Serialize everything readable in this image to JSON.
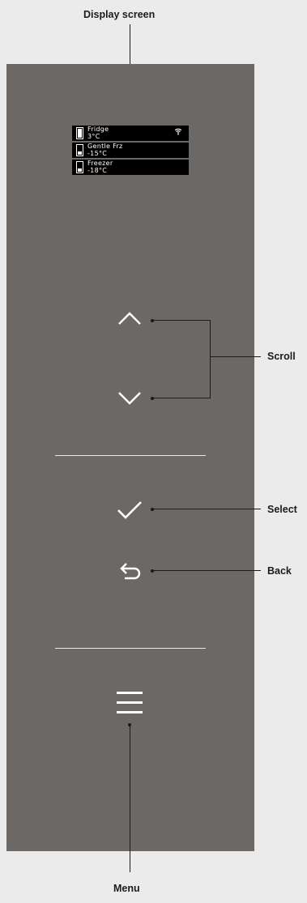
{
  "callouts": {
    "display": "Display screen",
    "scroll": "Scroll",
    "select": "Select",
    "back": "Back",
    "menu": "Menu"
  },
  "display": {
    "zones": [
      {
        "name": "Fridge",
        "temp": "3°C",
        "level": 1.0,
        "wifi": true
      },
      {
        "name": "Gentle Frz",
        "temp": "-15°C",
        "level": 0.4
      },
      {
        "name": "Freezer",
        "temp": "-18°C",
        "level": 0.4
      }
    ]
  },
  "icons": {
    "scroll_up": "chevron-up-icon",
    "scroll_down": "chevron-down-icon",
    "select": "checkmark-icon",
    "back": "back-arrow-icon",
    "menu": "hamburger-menu-icon",
    "wifi": "wifi-icon"
  },
  "colors": {
    "panel": "#6b6866",
    "background": "#ebebeb",
    "display": "#000000",
    "icon": "#ffffff",
    "leader": "#1b1b1b"
  }
}
